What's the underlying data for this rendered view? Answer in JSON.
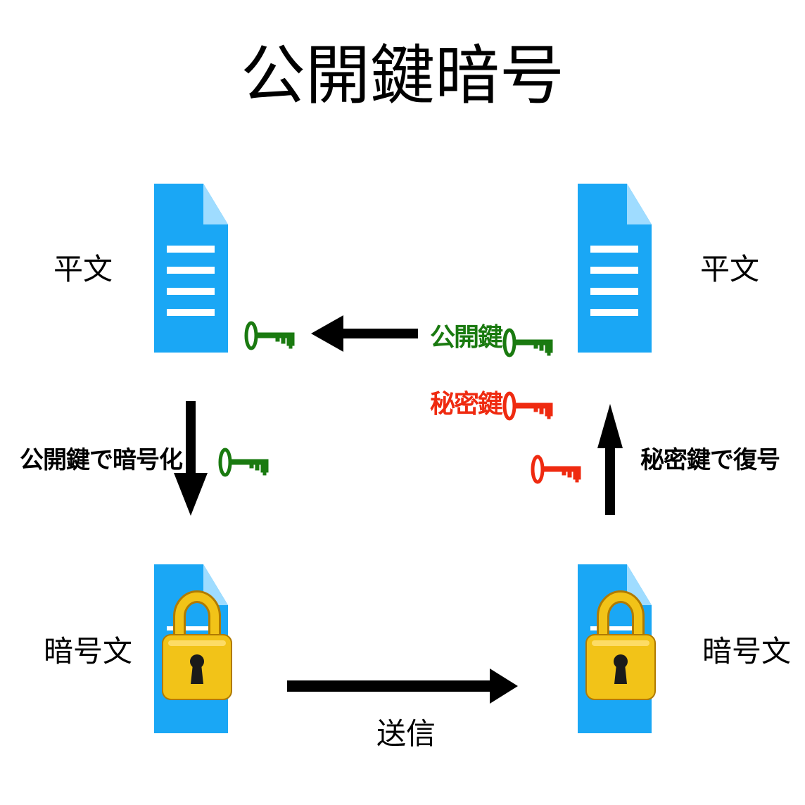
{
  "title": "公開鍵暗号",
  "labels": {
    "plaintext_left": "平文",
    "plaintext_right": "平文",
    "ciphertext_left": "暗号文",
    "ciphertext_right": "暗号文",
    "encrypt_step": "公開鍵で暗号化",
    "decrypt_step": "秘密鍵で復号",
    "send": "送信"
  },
  "legend": {
    "public_key": "公開鍵",
    "private_key": "秘密鍵"
  },
  "colors": {
    "document_blue": "#1aa7f5",
    "document_fold": "#9fdcff",
    "document_lines": "#ffffff",
    "public_key": "#1a7a10",
    "private_key": "#ef2a10",
    "padlock": "#f2c318",
    "padlock_outline": "#b07a00",
    "arrow": "#000000"
  },
  "icons": [
    "document-icon",
    "locked-document-icon",
    "padlock-icon",
    "key-icon",
    "arrow-icon"
  ]
}
